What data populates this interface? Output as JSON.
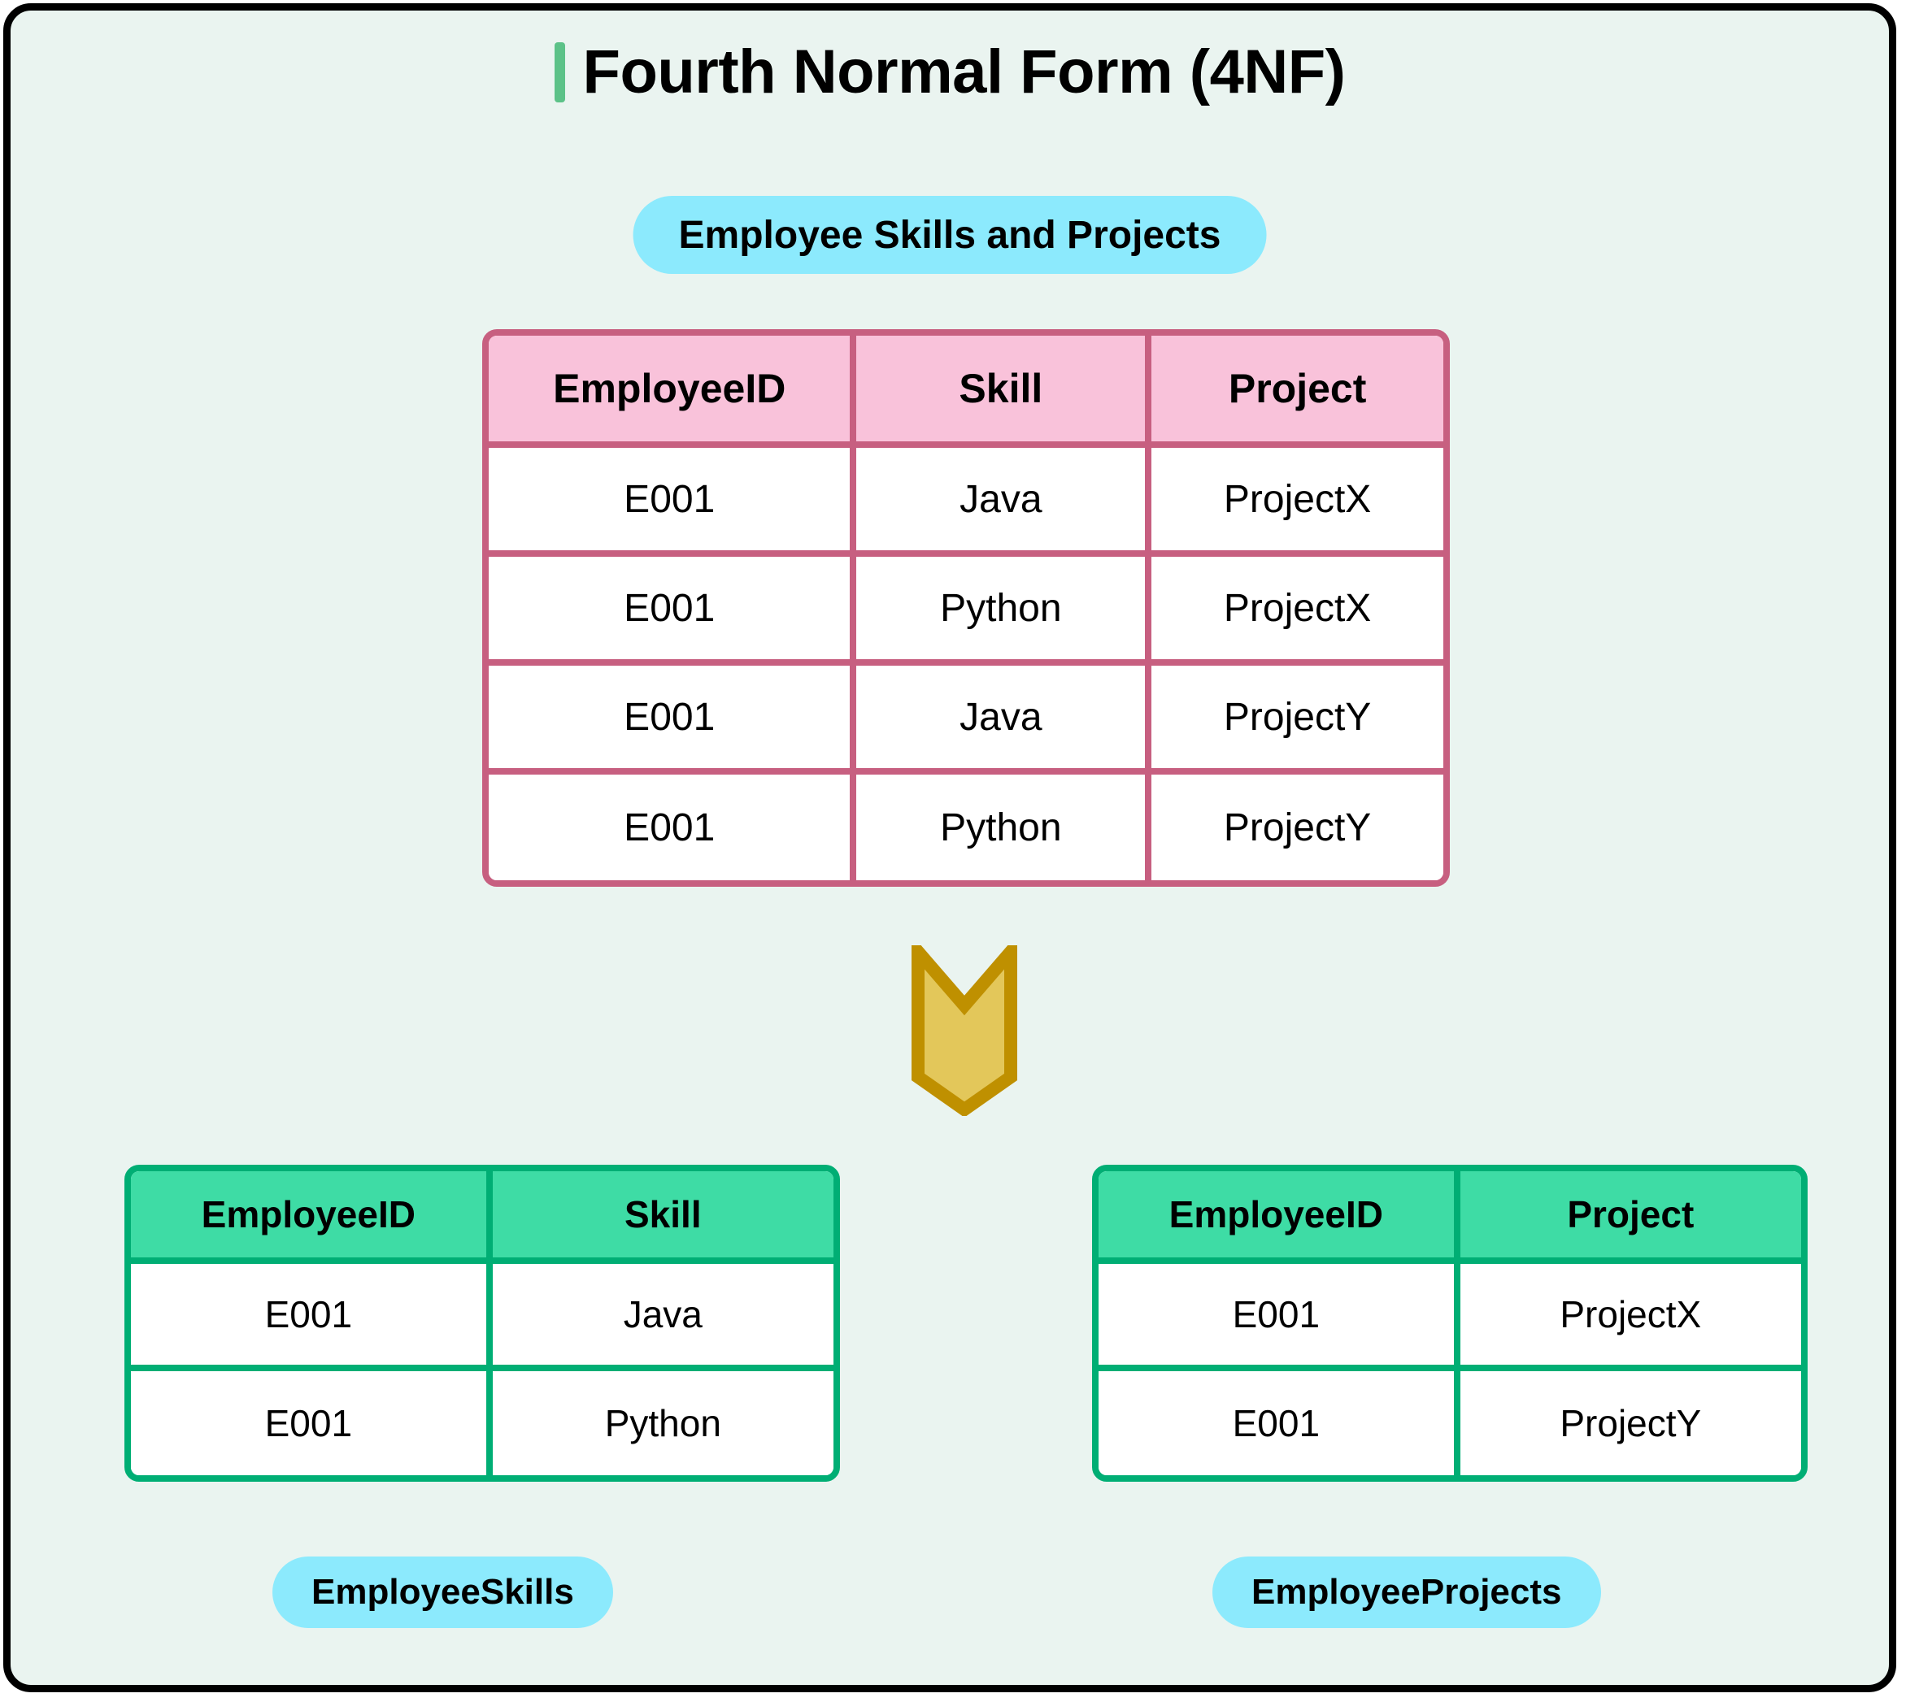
{
  "page": {
    "title": "Fourth Normal Form (4NF)",
    "background_color": "#eaf4f0",
    "frame_border_color": "#000000",
    "title_accent_color": "#5cc288"
  },
  "colors": {
    "pill_bg": "#8ceafd",
    "pink_header_bg": "#f9c2da",
    "pink_border": "#c75f80",
    "green_header_bg": "#3edca5",
    "green_border": "#00ae74",
    "arrow_fill": "#e3c75a",
    "arrow_stroke": "#bf9000"
  },
  "top_table": {
    "caption": "Employee Skills and Projects",
    "columns": [
      "EmployeeID",
      "Skill",
      "Project"
    ],
    "rows": [
      [
        "E001",
        "Java",
        "ProjectX"
      ],
      [
        "E001",
        "Python",
        "ProjectX"
      ],
      [
        "E001",
        "Java",
        "ProjectY"
      ],
      [
        "E001",
        "Python",
        "ProjectY"
      ]
    ]
  },
  "arrow": {
    "icon": "down-chevron-banner-icon",
    "direction": "down"
  },
  "bottom_tables": [
    {
      "caption": "EmployeeSkills",
      "columns": [
        "EmployeeID",
        "Skill"
      ],
      "rows": [
        [
          "E001",
          "Java"
        ],
        [
          "E001",
          "Python"
        ]
      ]
    },
    {
      "caption": "EmployeeProjects",
      "columns": [
        "EmployeeID",
        "Project"
      ],
      "rows": [
        [
          "E001",
          "ProjectX"
        ],
        [
          "E001",
          "ProjectY"
        ]
      ]
    }
  ]
}
